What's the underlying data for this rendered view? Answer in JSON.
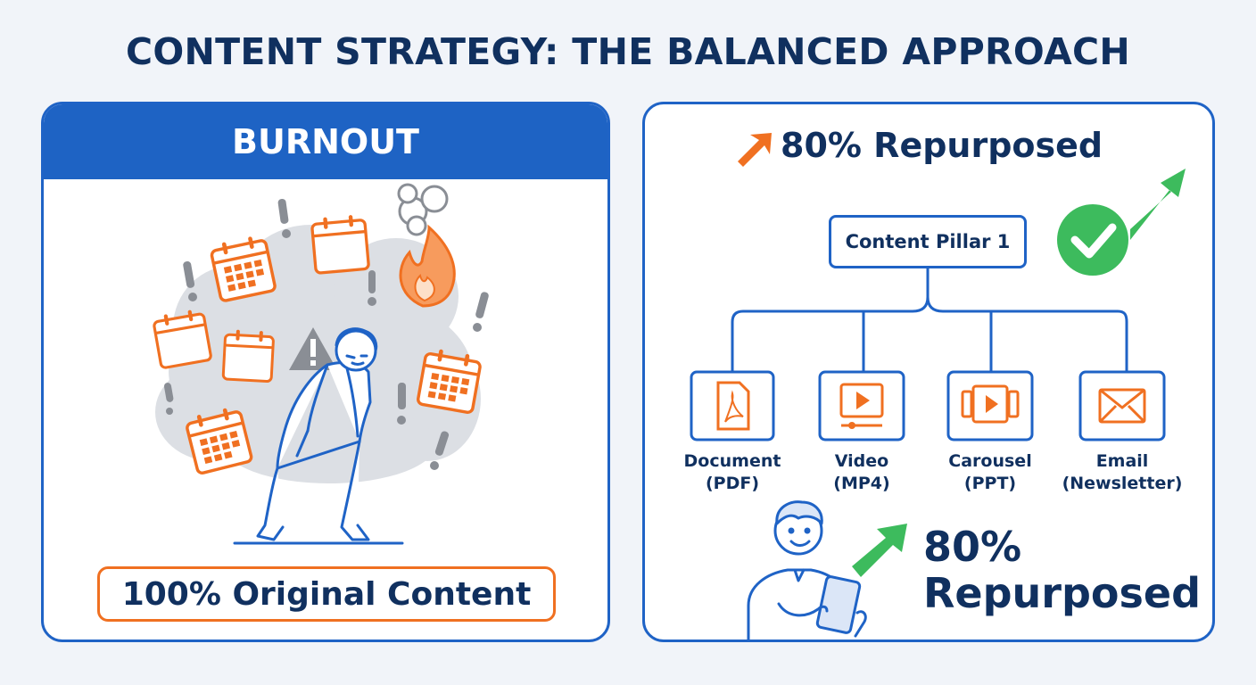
{
  "title": "CONTENT STRATEGY: THE BALANCED APPROACH",
  "left_panel": {
    "header": "BURNOUT",
    "footer_label": "100% Original Content"
  },
  "right_panel": {
    "title": "80% Repurposed",
    "pillar_label": "Content Pillar 1",
    "formats": [
      {
        "line1": "Document",
        "line2": "(PDF)",
        "icon": "pdf-document-icon"
      },
      {
        "line1": "Video",
        "line2": "(MP4)",
        "icon": "video-play-icon"
      },
      {
        "line1": "Carousel",
        "line2": "(PPT)",
        "icon": "carousel-slides-icon"
      },
      {
        "line1": "Email",
        "line2": "(Newsletter)",
        "icon": "email-envelope-icon"
      }
    ],
    "stat_line1": "80%",
    "stat_line2": "Repurposed"
  },
  "colors": {
    "navy": "#10305f",
    "blue": "#1f63c6",
    "orange": "#f07021",
    "green": "#3dbb5d",
    "gray": "#c9ccd2"
  }
}
